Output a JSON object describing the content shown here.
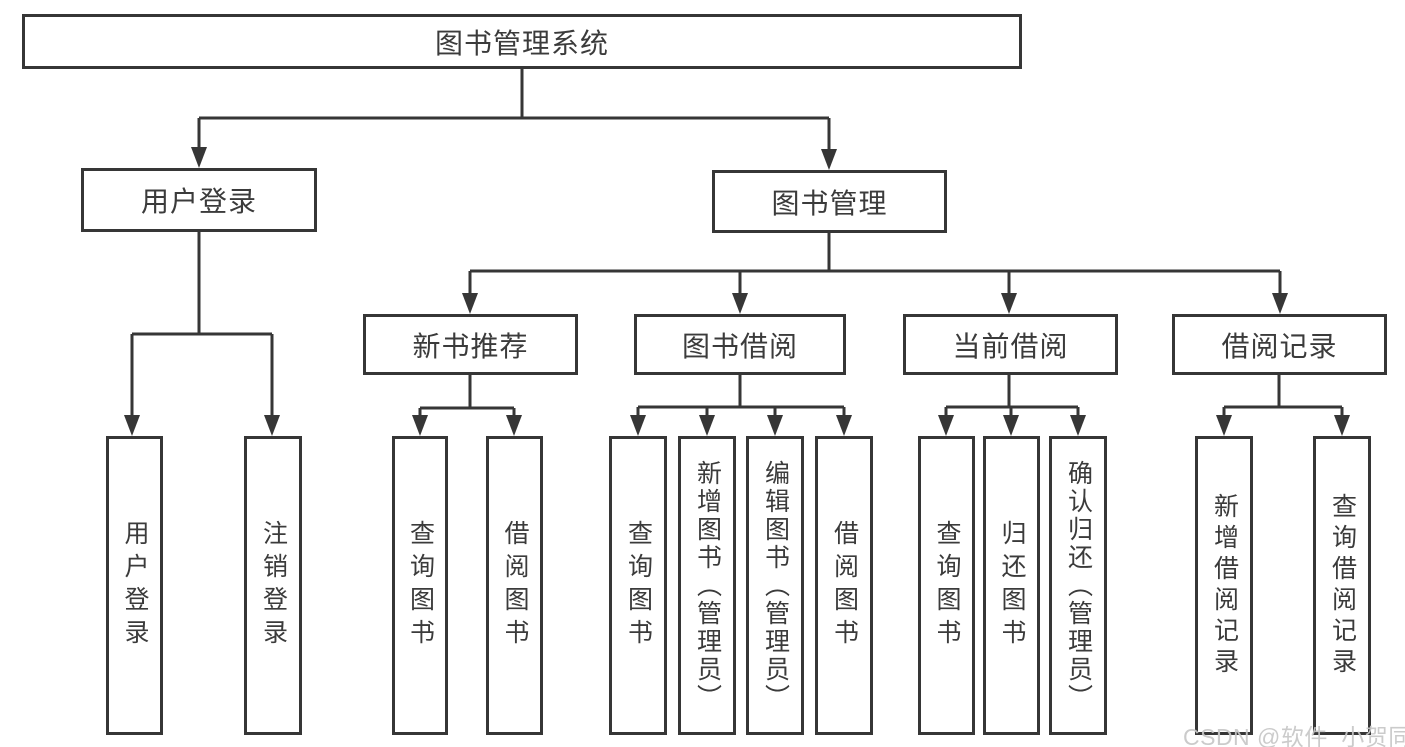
{
  "diagram": {
    "type": "tree",
    "title": "图书管理系统",
    "root": {
      "label": "图书管理系统",
      "children": [
        {
          "label": "用户登录",
          "children": [
            {
              "label": "用户登录"
            },
            {
              "label": "注销登录"
            }
          ]
        },
        {
          "label": "图书管理",
          "children": [
            {
              "label": "新书推荐",
              "children": [
                {
                  "label": "查询图书"
                },
                {
                  "label": "借阅图书"
                }
              ]
            },
            {
              "label": "图书借阅",
              "children": [
                {
                  "label": "查询图书"
                },
                {
                  "label": "新增图书（管理员）"
                },
                {
                  "label": "编辑图书（管理员）"
                },
                {
                  "label": "借阅图书"
                }
              ]
            },
            {
              "label": "当前借阅",
              "children": [
                {
                  "label": "查询图书"
                },
                {
                  "label": "归还图书"
                },
                {
                  "label": "确认归还（管理员）"
                }
              ]
            },
            {
              "label": "借阅记录",
              "children": [
                {
                  "label": "新增借阅记录"
                },
                {
                  "label": "查询借阅记录"
                }
              ]
            }
          ]
        }
      ]
    }
  },
  "watermark": {
    "text": "CSDN @软件_小贺同学",
    "color": "#c7c7c7"
  },
  "colors": {
    "line": "#363636",
    "box_border": "#363636",
    "text": "#3b3b3b",
    "background": "#ffffff",
    "watermark": "#c7c7c7"
  }
}
